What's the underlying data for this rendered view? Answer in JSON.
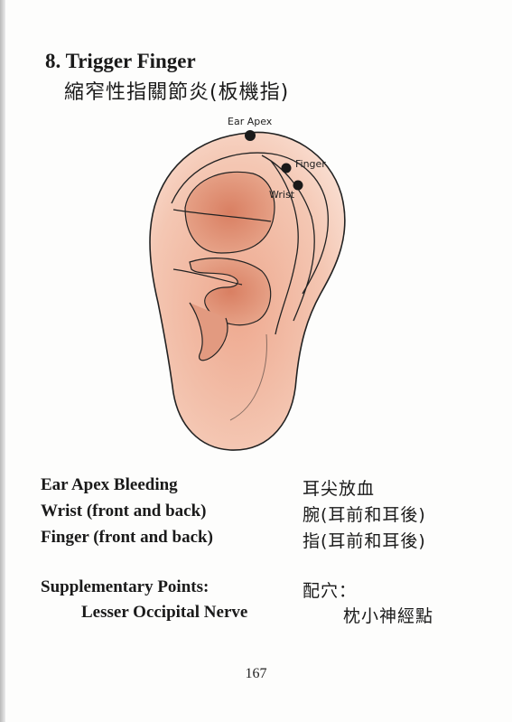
{
  "title": "8. Trigger Finger",
  "subtitle": "縮窄性指關節炎(板機指)",
  "figure": {
    "labels": {
      "ear_apex": "Ear Apex",
      "finger": "Finger",
      "wrist": "Wrist"
    },
    "colors": {
      "skin": "#f4c7b3",
      "shade": "#df9275",
      "outline": "#222222",
      "dot": "#1a1a1a"
    }
  },
  "points": [
    {
      "english": "Ear Apex Bleeding",
      "chinese": "耳尖放血"
    },
    {
      "english": "Wrist (front and back)",
      "chinese": "腕(耳前和耳後)"
    },
    {
      "english": "Finger (front and back)",
      "chinese": "指(耳前和耳後)"
    }
  ],
  "supplementary": {
    "heading_en": "Supplementary Points:",
    "heading_zh": "配穴：",
    "item_en": "Lesser Occipital Nerve",
    "item_zh": "枕小神經點"
  },
  "page_number": "167"
}
